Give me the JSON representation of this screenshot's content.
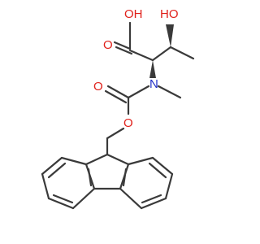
{
  "molecule": {
    "atoms": {
      "oh_acid": "OH",
      "o_carbonyl_acid": "O",
      "oh_side": "HO",
      "n": "N",
      "o_carbamate_carbonyl": "O",
      "o_ester": "O"
    }
  },
  "colors": {
    "bond": "#3a3a3a",
    "oxygen": "#e0211b",
    "nitrogen": "#2230c8",
    "background": "#ffffff"
  }
}
